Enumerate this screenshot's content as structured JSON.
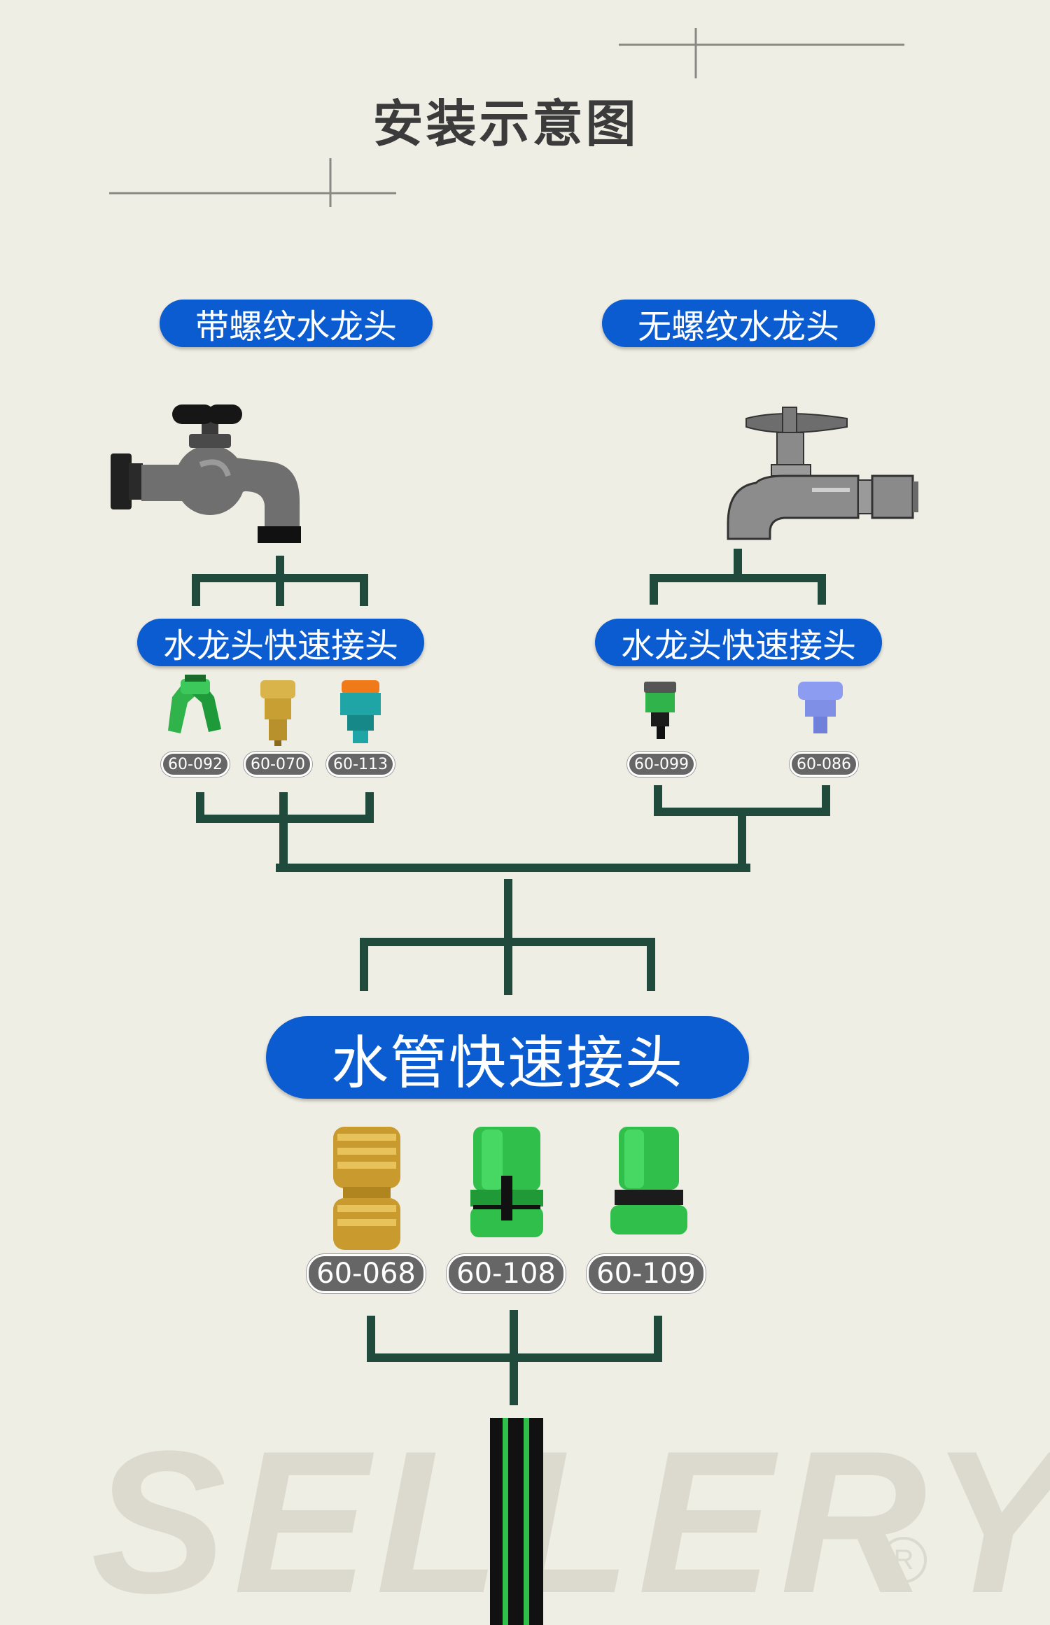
{
  "title": "安装示意图",
  "left_branch": {
    "faucet_label": "带螺纹水龙头",
    "faucet_icon": "threaded-faucet-icon",
    "connector_label": "水龙头快速接头",
    "parts": [
      "60-092",
      "60-070",
      "60-113"
    ]
  },
  "right_branch": {
    "faucet_label": "无螺纹水龙头",
    "faucet_icon": "unthreaded-faucet-icon",
    "connector_label": "水龙头快速接头",
    "parts": [
      "60-099",
      "60-086"
    ]
  },
  "hose": {
    "connector_label": "水管快速接头",
    "parts": [
      "60-068",
      "60-108",
      "60-109"
    ],
    "hose_icon": "garden-hose-icon"
  },
  "watermark": {
    "brand": "SELLERY",
    "registered": "R"
  },
  "colors": {
    "background": "#efeee4",
    "pill": "#0b5bd1",
    "connector_line": "#1f4a3c",
    "code_badge": "#666666"
  }
}
